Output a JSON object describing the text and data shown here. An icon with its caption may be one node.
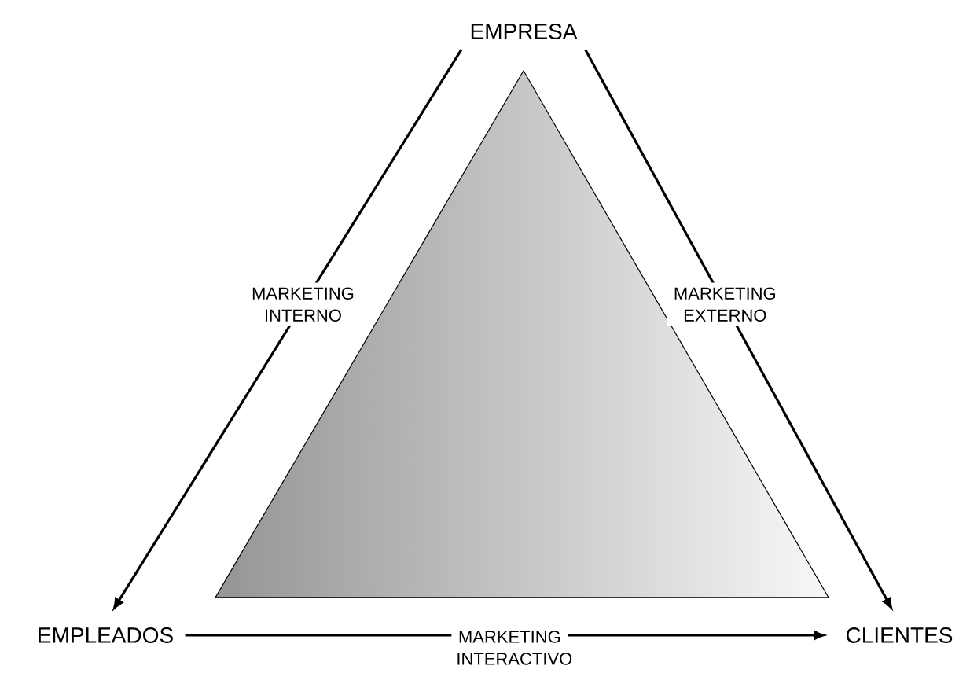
{
  "diagram": {
    "nodes": [
      {
        "text": [
          "EMPRESA"
        ]
      },
      {
        "text": [
          "EMPLEADOS"
        ]
      },
      {
        "text": [
          "CLIENTES"
        ]
      }
    ],
    "edges": [
      {
        "from": 0,
        "to": 1,
        "arrow": "to",
        "label": "MARKETING INTERNO"
      },
      {
        "from": 0,
        "to": 2,
        "arrow": "to",
        "label": "MARKETING EXTERNO"
      },
      {
        "from": 1,
        "to": 2,
        "arrow": "to",
        "label": "MARKETING INTERACTIVO"
      }
    ]
  }
}
